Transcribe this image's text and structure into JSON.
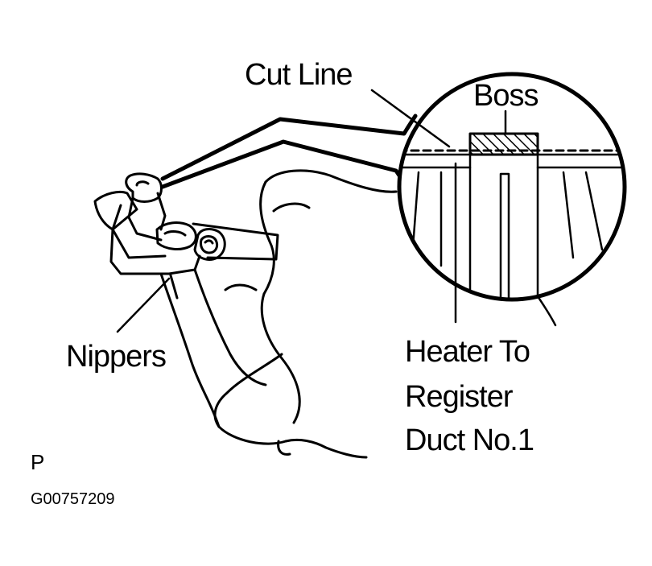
{
  "labels": {
    "cut_line": "Cut Line",
    "boss": "Boss",
    "nippers": "Nippers",
    "heater_line1": "Heater To",
    "heater_line2": "Register",
    "heater_line3": "Duct No.1",
    "view_letter": "P",
    "figure_code": "G00757209"
  },
  "colors": {
    "ink": "#000000",
    "paper": "#ffffff"
  }
}
